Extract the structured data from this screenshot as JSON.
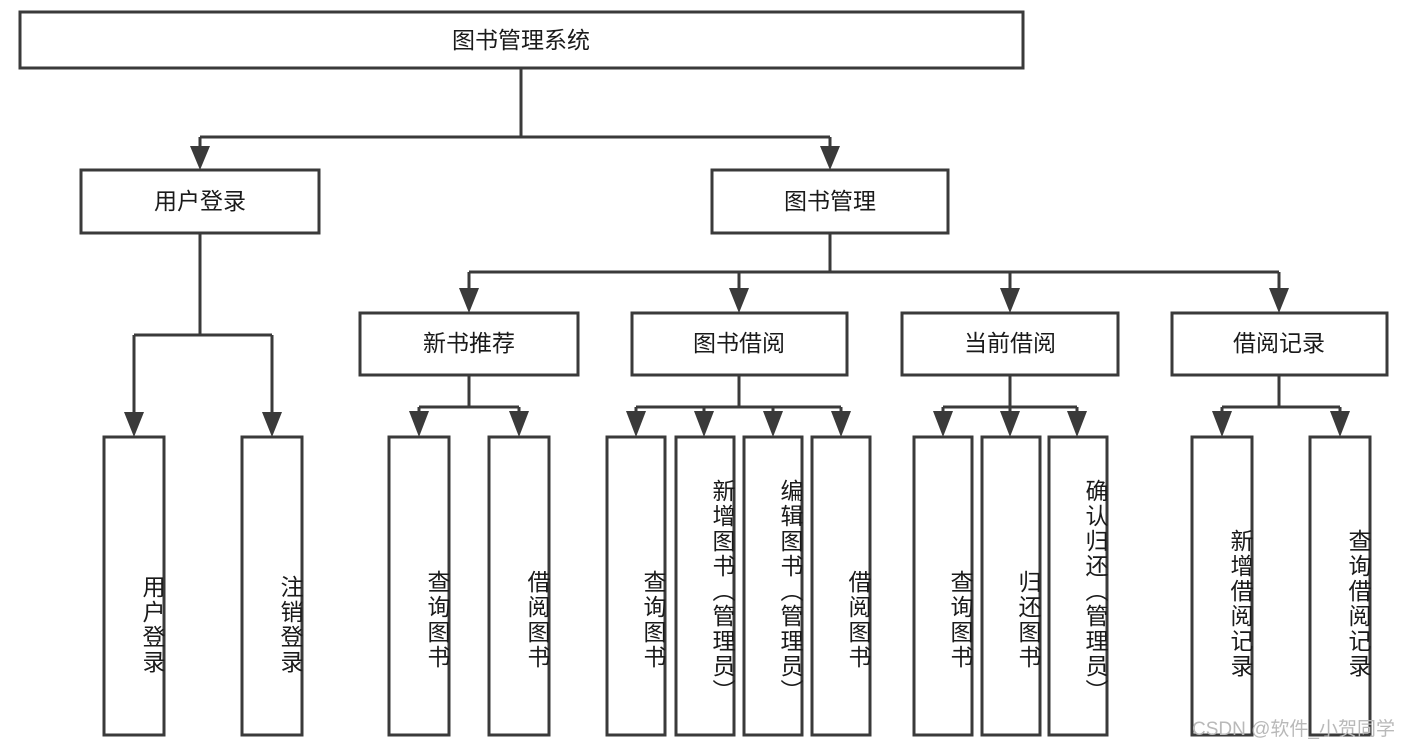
{
  "diagram": {
    "type": "tree-hierarchy",
    "title": "图书管理系统",
    "orientation": "top-down",
    "colors": {
      "stroke": "#3a3a3a",
      "fill": "#ffffff",
      "text": "#1a1a1a",
      "watermark": "#b9b9b9",
      "background": "#ffffff"
    },
    "root": {
      "label": "图书管理系统"
    },
    "level1": [
      {
        "label": "用户登录"
      },
      {
        "label": "图书管理"
      }
    ],
    "level2": [
      {
        "label": "新书推荐"
      },
      {
        "label": "图书借阅"
      },
      {
        "label": "当前借阅"
      },
      {
        "label": "借阅记录"
      }
    ],
    "leaves": {
      "user_login": [
        {
          "label": "用户登录"
        },
        {
          "label": "注销登录"
        }
      ],
      "new_book_recommend": [
        {
          "label": "查询图书"
        },
        {
          "label": "借阅图书"
        }
      ],
      "book_borrow": [
        {
          "label": "查询图书"
        },
        {
          "label": "新增图书（管理员）"
        },
        {
          "label": "编辑图书（管理员）"
        },
        {
          "label": "借阅图书"
        }
      ],
      "current_borrow": [
        {
          "label": "查询图书"
        },
        {
          "label": "归还图书"
        },
        {
          "label": "确认归还（管理员）"
        }
      ],
      "borrow_record": [
        {
          "label": "新增借阅记录"
        },
        {
          "label": "查询借阅记录"
        }
      ]
    },
    "watermark": {
      "text": "CSDN @软件_小贺同学"
    }
  }
}
